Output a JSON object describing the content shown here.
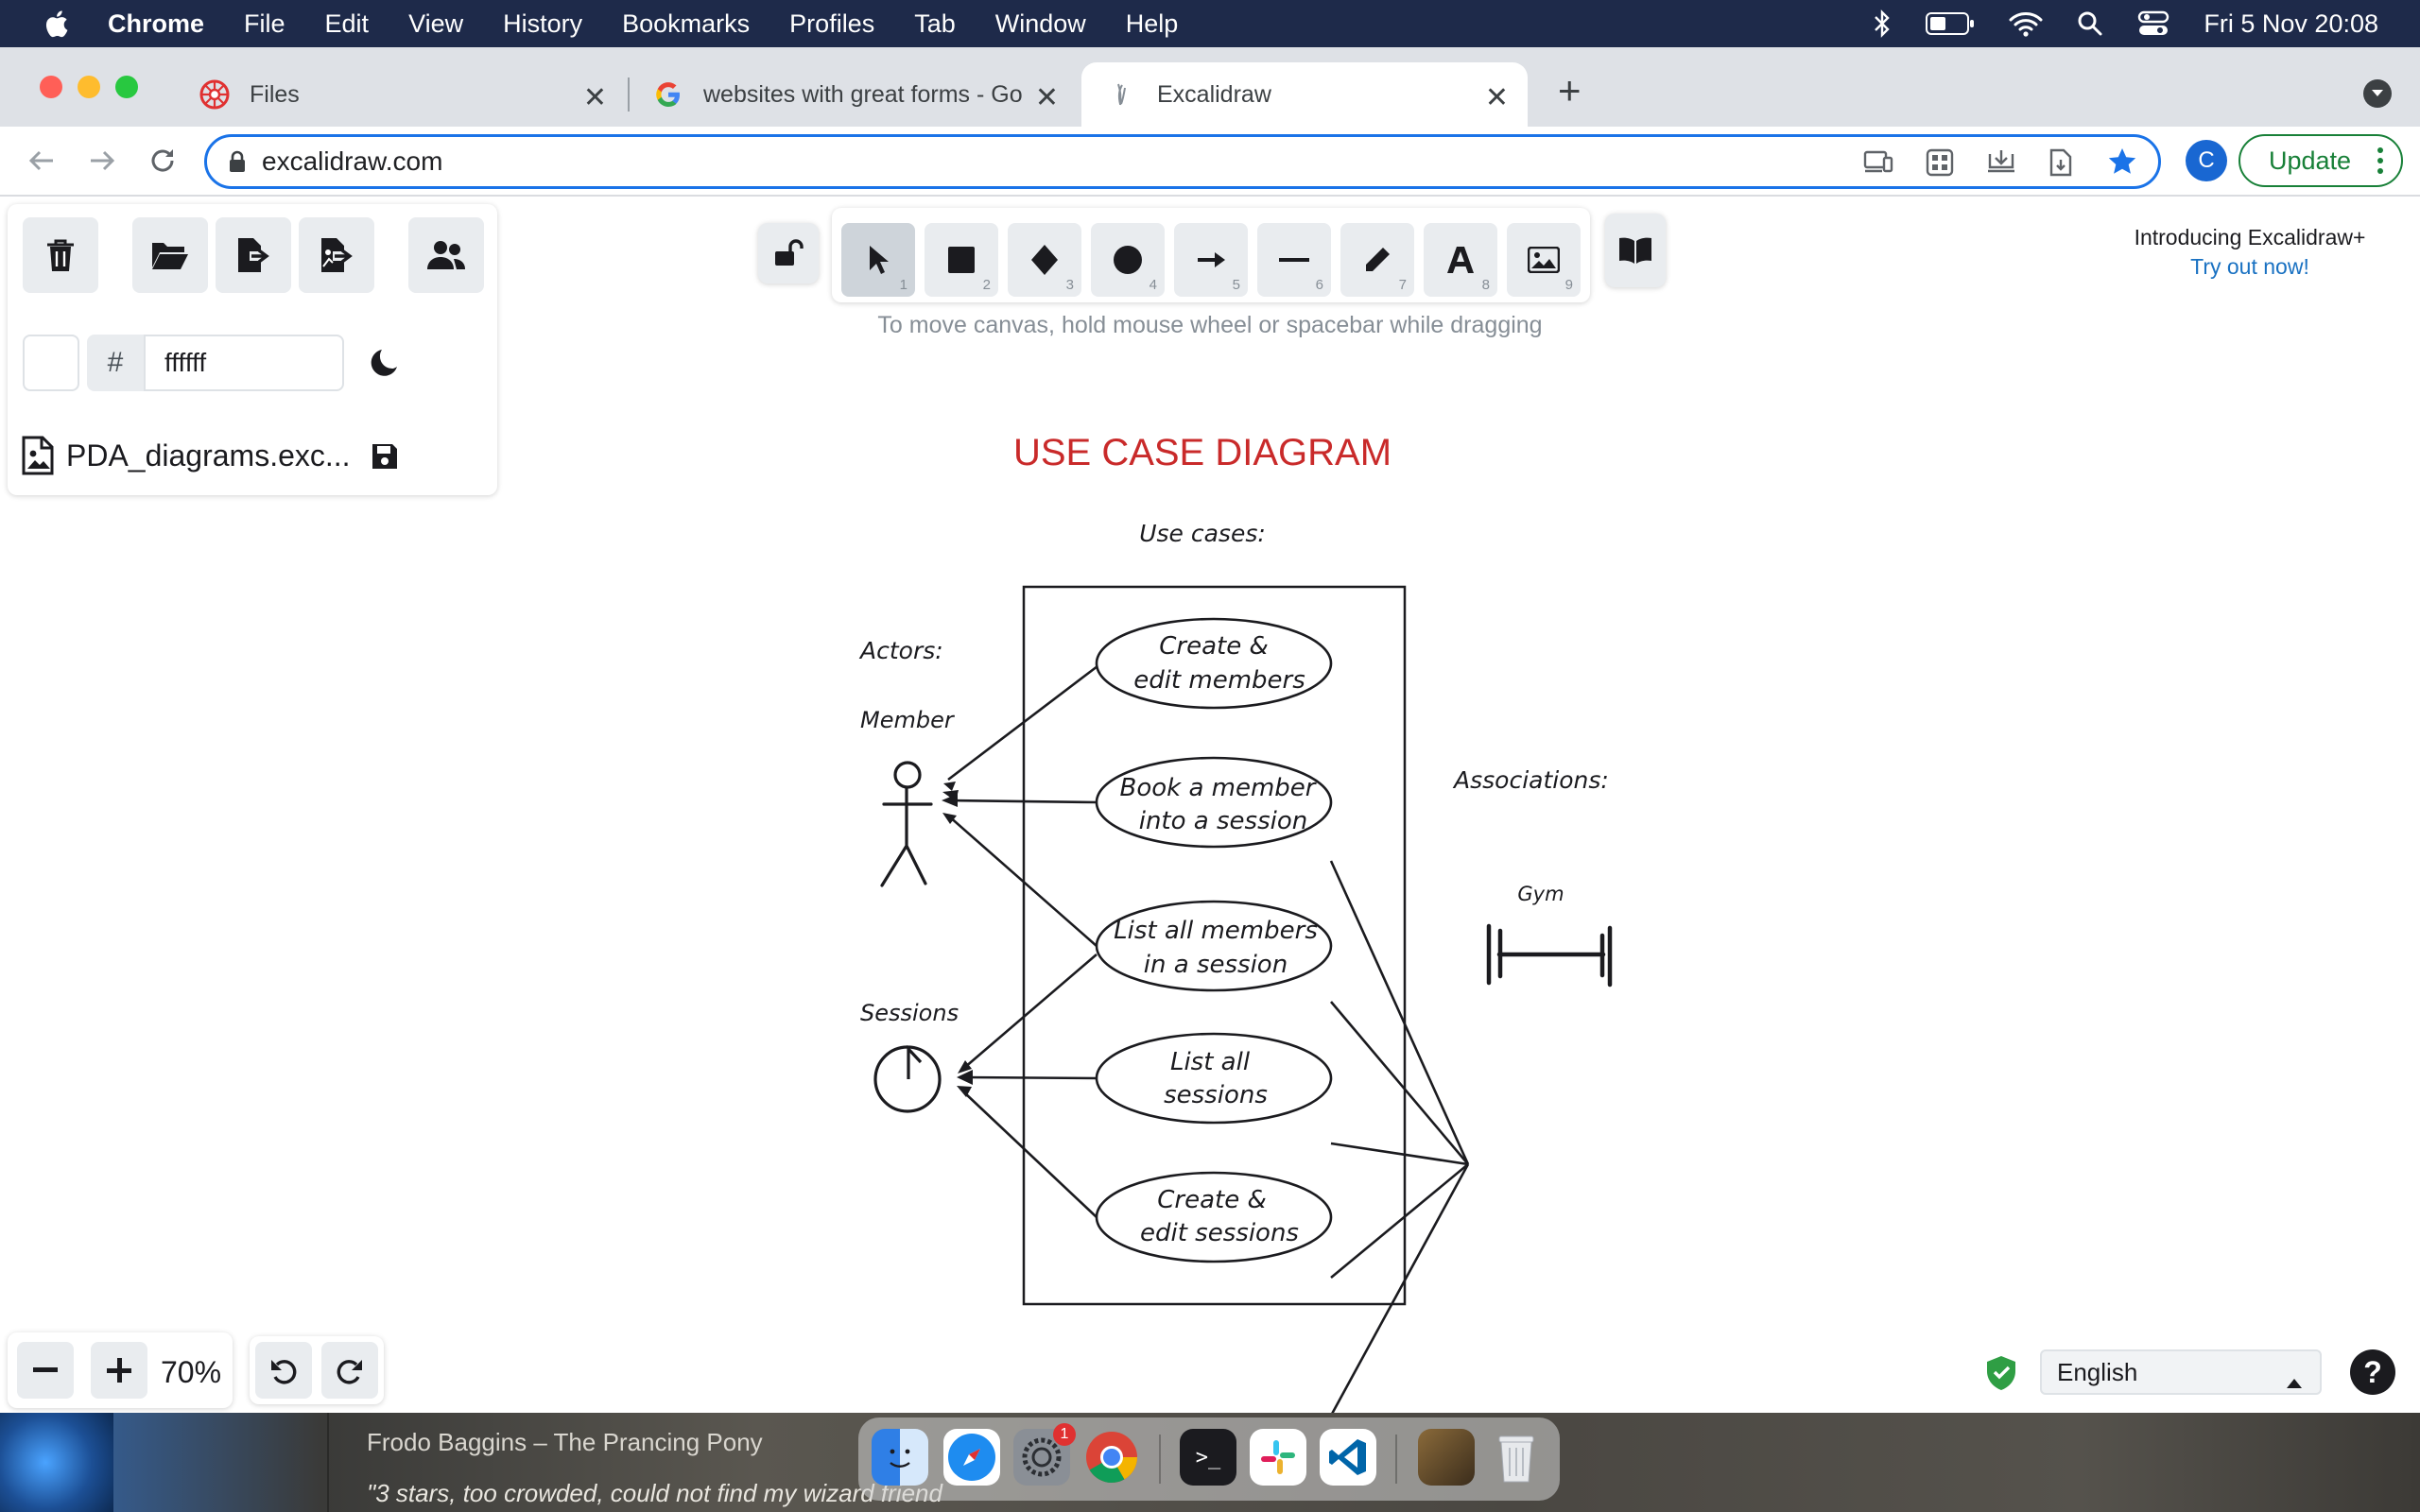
{
  "menubar": {
    "app": "Chrome",
    "items": [
      "File",
      "Edit",
      "View",
      "History",
      "Bookmarks",
      "Profiles",
      "Tab",
      "Window",
      "Help"
    ],
    "clock": "Fri 5 Nov  20:08"
  },
  "tabs": [
    {
      "title": "Files"
    },
    {
      "title": "websites with great forms - Go"
    },
    {
      "title": "Excalidraw"
    }
  ],
  "address": {
    "url": "excalidraw.com"
  },
  "profile_initial": "C",
  "update_label": "Update",
  "left_panel": {
    "color_hash": "#",
    "color_value": "ffffff",
    "filename": "PDA_diagrams.exc..."
  },
  "tools": {
    "numbers": [
      "1",
      "2",
      "3",
      "4",
      "5",
      "6",
      "7",
      "8",
      "9"
    ]
  },
  "hint": "To move canvas, hold mouse wheel or spacebar while dragging",
  "promo": {
    "line1": "Introducing Excalidraw+",
    "line2": "Try out now!"
  },
  "diagram": {
    "title": "USE CASE DIAGRAM",
    "use_cases_heading": "Use cases:",
    "actors_heading": "Actors:",
    "associations_heading": "Associations:",
    "member_label": "Member",
    "sessions_label": "Sessions",
    "gym_label": "Gym",
    "use_cases": [
      {
        "line1": "Create &",
        "line2": "edit members"
      },
      {
        "line1": "Book a member",
        "line2": "into a session"
      },
      {
        "line1": "List all members",
        "line2": "in a session"
      },
      {
        "line1": "List all",
        "line2": "sessions"
      },
      {
        "line1": "Create &",
        "line2": "edit sessions"
      }
    ]
  },
  "zoom": {
    "level": "70%"
  },
  "language": {
    "selected": "English"
  },
  "desktop": {
    "music_title": "Frodo Baggins – The Prancing Pony",
    "music_quote": "\"3 stars, too crowded, could not find my wizard friend"
  },
  "dock": {
    "settings_badge": "1"
  },
  "colors": {
    "accent": "#1a73e8",
    "title_red": "#c92a2a",
    "menubar": "#1e2a4a",
    "tabstrip": "#dee1e6",
    "update_green": "#188038",
    "link_blue": "#1971c2"
  }
}
